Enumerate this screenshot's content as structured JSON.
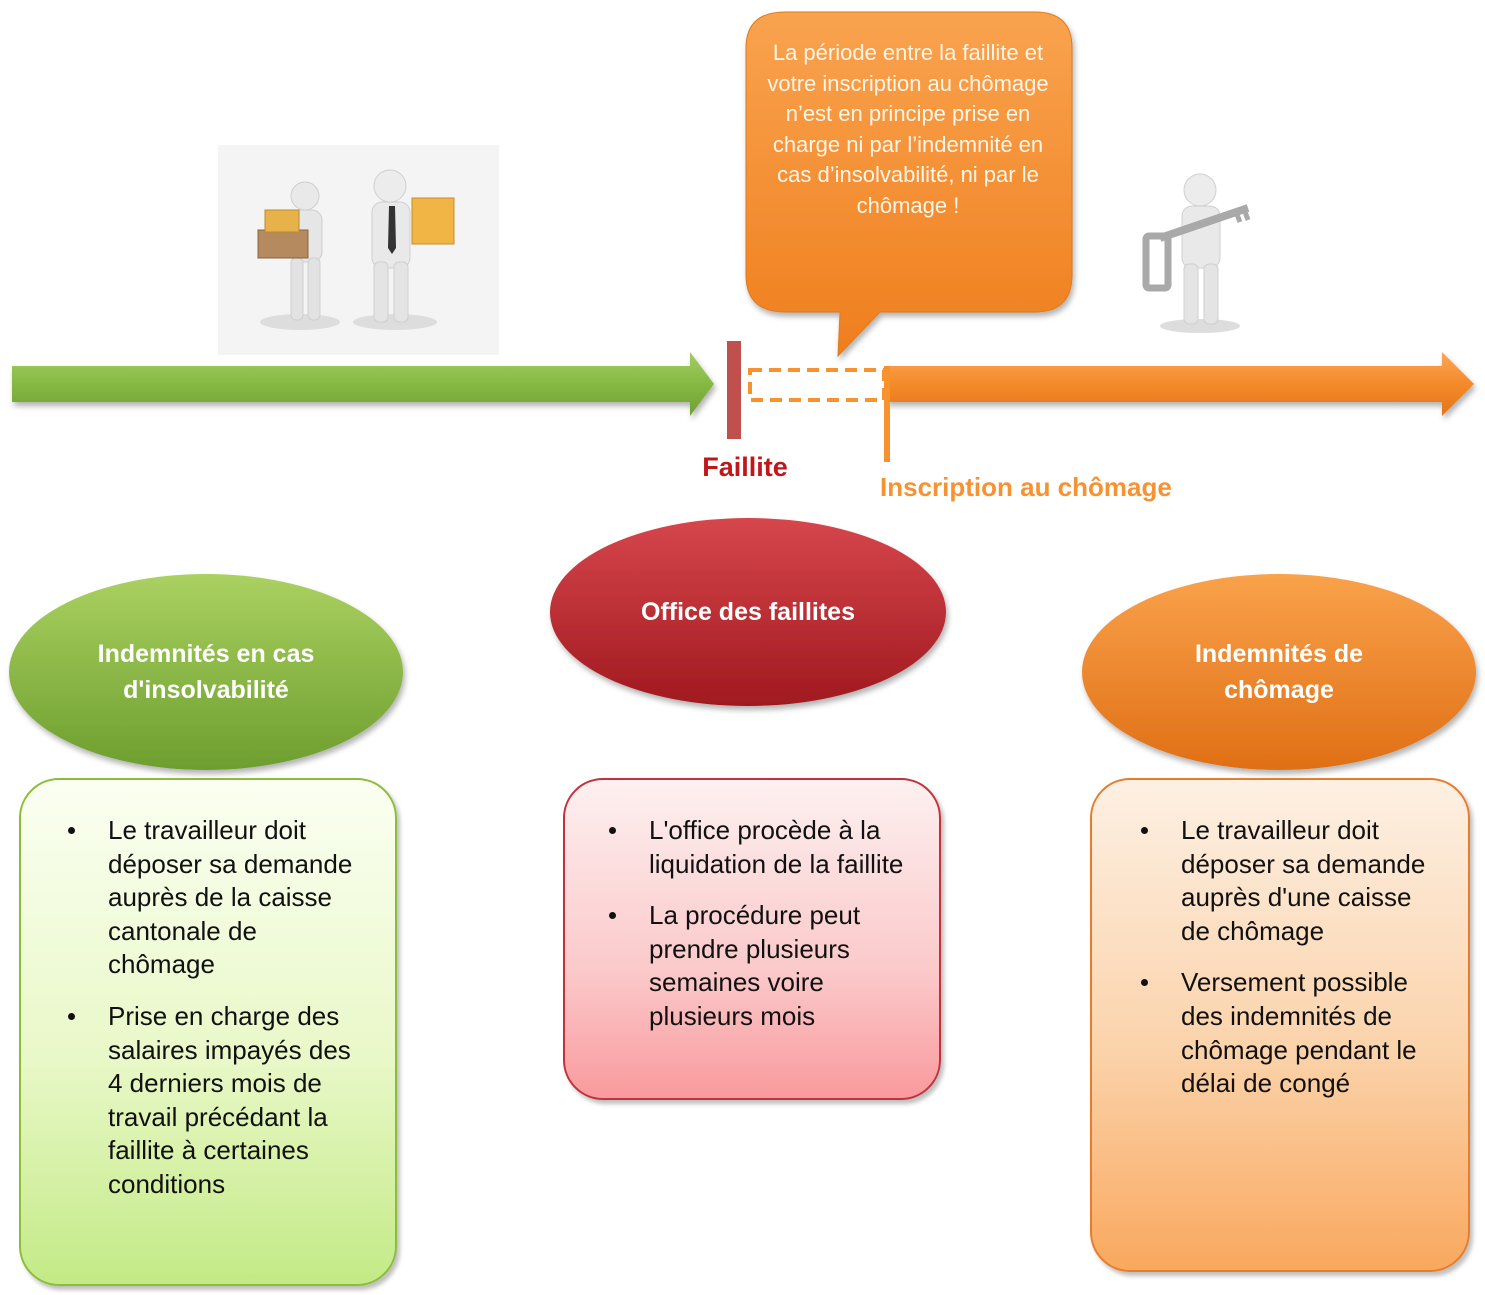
{
  "callout": {
    "text": "La période entre la faillite et votre inscription au chômage n’est en principe prise en charge ni par l’indemnité en cas d’insolvabilité, ni par le chômage !"
  },
  "timeline": {
    "faillite_label": "Faillite",
    "inscription_label": "Inscription au chômage"
  },
  "columns": [
    {
      "title": "Indemnités en cas d'insolvabilité",
      "bullets": [
        "Le travailleur doit déposer sa demande auprès de la caisse cantonale de chômage",
        "Prise en charge des salaires impayés des 4 derniers mois de travail précédant la faillite à certaines conditions"
      ]
    },
    {
      "title": "Office des faillites",
      "bullets": [
        "L'office procède à la liquidation de la faillite",
        "La procédure peut prendre plusieurs semaines voire plusieurs mois"
      ]
    },
    {
      "title": "Indemnités de chômage",
      "bullets": [
        "Le travailleur doit déposer sa demande auprès d'une caisse de chômage",
        "Versement possible des indemnités de chômage pendant le délai de congé"
      ]
    }
  ],
  "colors": {
    "green": "#8fc04a",
    "red": "#c0171b",
    "orange": "#f7922f"
  }
}
